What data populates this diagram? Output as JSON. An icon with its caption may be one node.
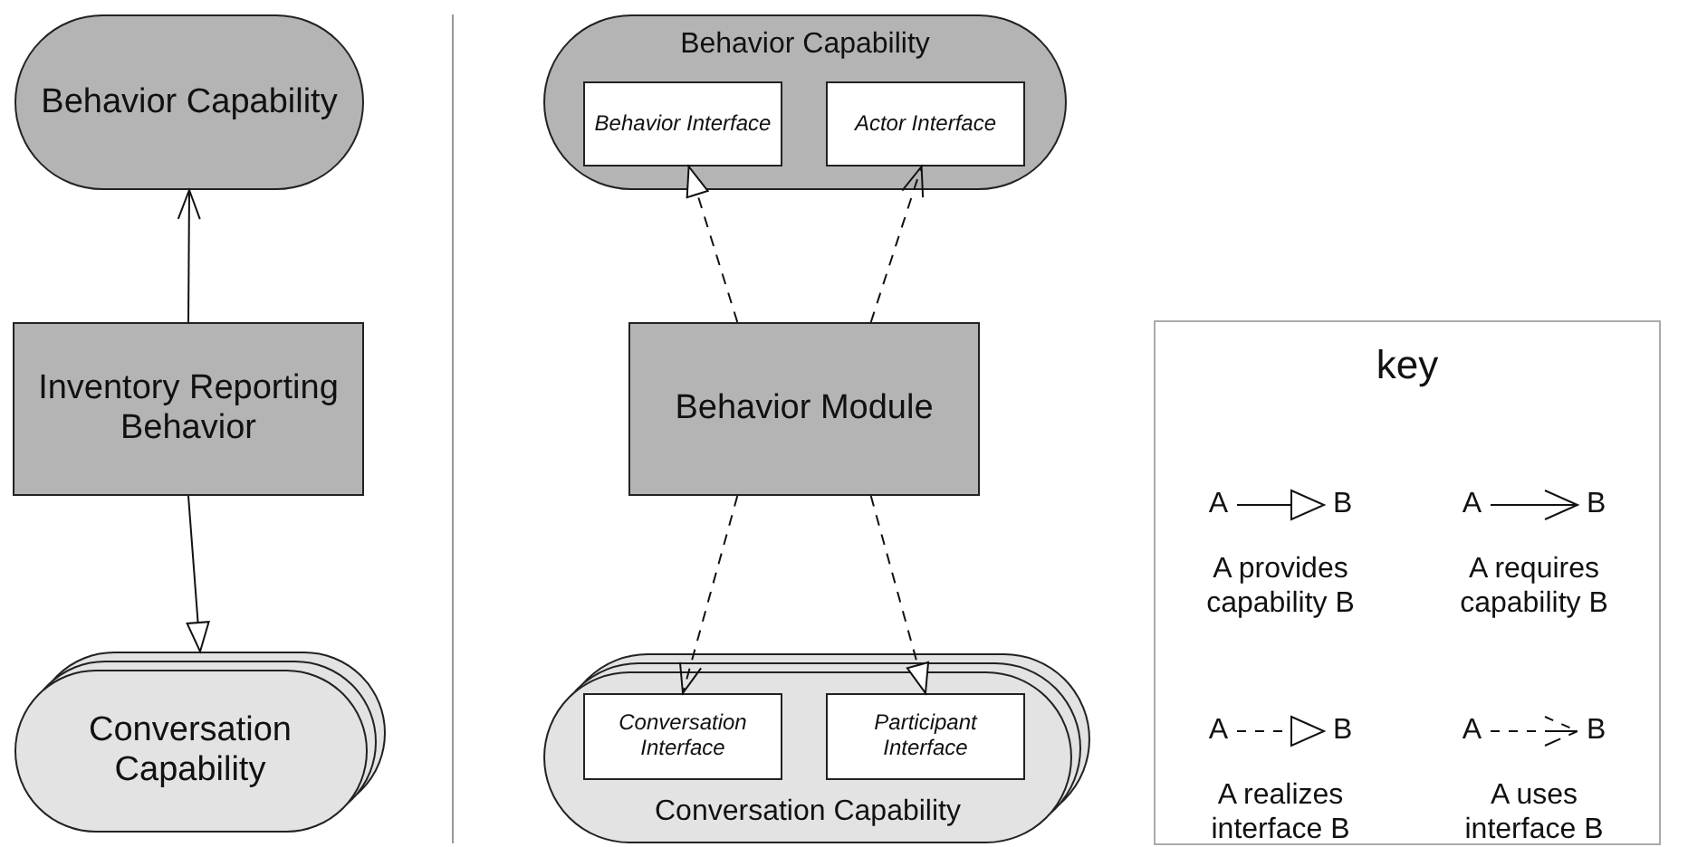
{
  "diagram": {
    "nodes": [
      {
        "text": [
          "Behavior Capability"
        ]
      },
      {
        "text": [
          "Inventory Reporting Behavior"
        ]
      },
      {
        "text": [
          "Conversation Capability"
        ]
      },
      {
        "text": [
          "Behavior Capability"
        ]
      },
      {
        "text": [
          "Behavior Interface"
        ],
        "in": 3
      },
      {
        "text": [
          "Actor Interface"
        ],
        "in": 3
      },
      {
        "text": [
          "Behavior Module"
        ]
      },
      {
        "text": [
          "Conversation Capability"
        ]
      },
      {
        "text": [
          "Conversation Interface"
        ],
        "in": 7
      },
      {
        "text": [
          "Participant Interface"
        ],
        "in": 7
      },
      {
        "text": [
          "key"
        ]
      }
    ],
    "edges": [
      {
        "from": 1,
        "to": 0,
        "arrow": "to"
      },
      {
        "from": 1,
        "to": 2,
        "arrow": "to"
      },
      {
        "from": 6,
        "to": 4,
        "arrow": "to",
        "style": "dashed"
      },
      {
        "from": 6,
        "to": 5,
        "arrow": "to",
        "style": "dashed"
      },
      {
        "from": 6,
        "to": 8,
        "arrow": "to",
        "style": "dashed"
      },
      {
        "from": 6,
        "to": 9,
        "arrow": "to",
        "style": "dashed"
      }
    ],
    "labels": [
      "A",
      "B",
      "A",
      "B",
      "A",
      "B",
      "A",
      "B"
    ],
    "legend": [
      {
        "text": "A provides capability B"
      },
      {
        "text": "A requires capability B"
      },
      {
        "text": "A realizes interface B"
      },
      {
        "text": "A uses interface B"
      }
    ]
  }
}
